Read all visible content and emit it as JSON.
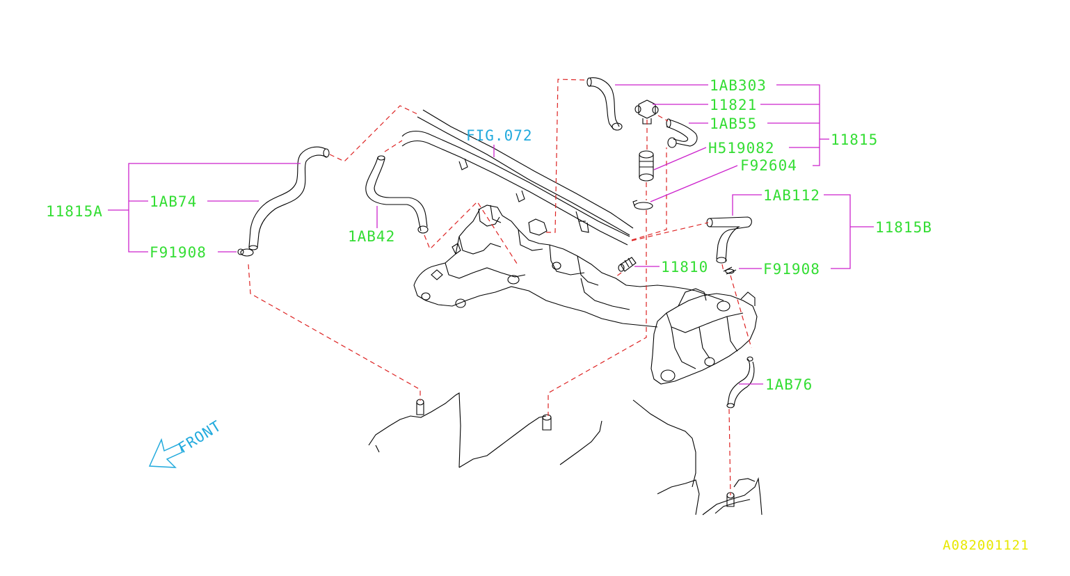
{
  "figure_ref": "FIG.072",
  "front_label": "FRONT",
  "drawing_code": "A082001121",
  "assemblies": {
    "a11815": "11815",
    "a11815A": "11815A",
    "a11815B": "11815B"
  },
  "parts": {
    "p1AB303": "1AB303",
    "p11821": "11821",
    "p1AB55": "1AB55",
    "pH519082": "H519082",
    "pF92604": "F92604",
    "p1AB74": "1AB74",
    "pF91908a": "F91908",
    "p1AB42": "1AB42",
    "p1AB112": "1AB112",
    "p11810": "11810",
    "pF91908b": "F91908",
    "p1AB76": "1AB76"
  },
  "colors": {
    "label": "#33dd33",
    "leader": "#cc22cc",
    "dashed_link": "#dd2222",
    "reference": "#22aadd",
    "drawing_code": "#e8e800"
  }
}
